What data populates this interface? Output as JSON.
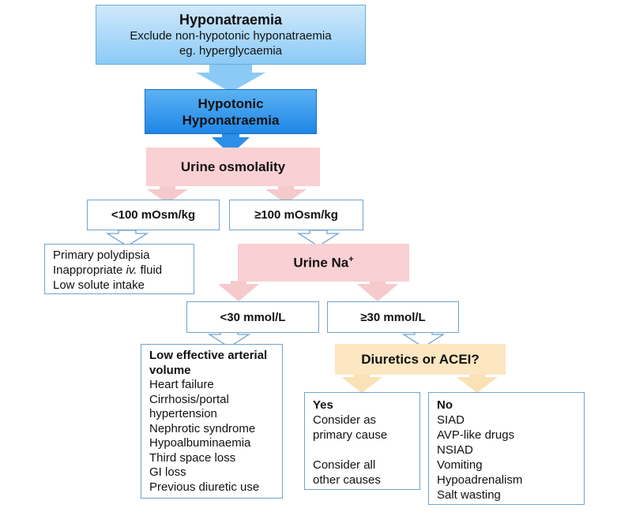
{
  "colors": {
    "arrow_blue": "#8ccaf6",
    "arrow_blue_dark": "#2b8ee8",
    "arrow_pink": "#f6c9cc",
    "arrow_amber": "#fbe1b6",
    "box_pink": "#f9d0d3",
    "box_amber": "#fce7c2",
    "outline_blue": "#6fa3cf"
  },
  "nodes": {
    "hyponatraemia": {
      "title": "Hyponatraemia",
      "line1": "Exclude non-hypotonic hyponatraemia",
      "line2": "eg. hyperglycaemia"
    },
    "hypotonic": {
      "line1": "Hypotonic",
      "line2": "Hyponatraemia"
    },
    "urine_osmolality": {
      "label": "Urine osmolality"
    },
    "osm_low": {
      "label": "<100 mOsm/kg"
    },
    "osm_high": {
      "label": "≥100 mOsm/kg"
    },
    "osm_low_causes": {
      "line1": "Primary polydipsia",
      "line2_pre": "Inappropriate ",
      "line2_em": "iv.",
      "line2_post": " fluid",
      "line3": "Low solute intake"
    },
    "urine_na": {
      "label": "Urine Na",
      "sup": "+"
    },
    "na_low": {
      "label": "<30 mmol/L"
    },
    "na_high": {
      "label": "≥30 mmol/L"
    },
    "low_volume": {
      "heading_line1": "Low effective arterial",
      "heading_line2": "volume",
      "items": [
        "Heart failure",
        "Cirrhosis/portal",
        "hypertension",
        "Nephrotic syndrome",
        "Hypoalbuminaemia",
        "Third space loss",
        "GI loss",
        "Previous diuretic use"
      ]
    },
    "diuretics": {
      "label": "Diuretics or ACEI?"
    },
    "yes_box": {
      "heading": "Yes",
      "line1": "Consider as",
      "line2": "primary cause",
      "line3": "Consider all",
      "line4": "other causes"
    },
    "no_box": {
      "heading": "No",
      "items": [
        "SIAD",
        "AVP-like drugs",
        "NSIAD",
        "Vomiting",
        "Hypoadrenalism",
        "Salt wasting"
      ]
    }
  }
}
